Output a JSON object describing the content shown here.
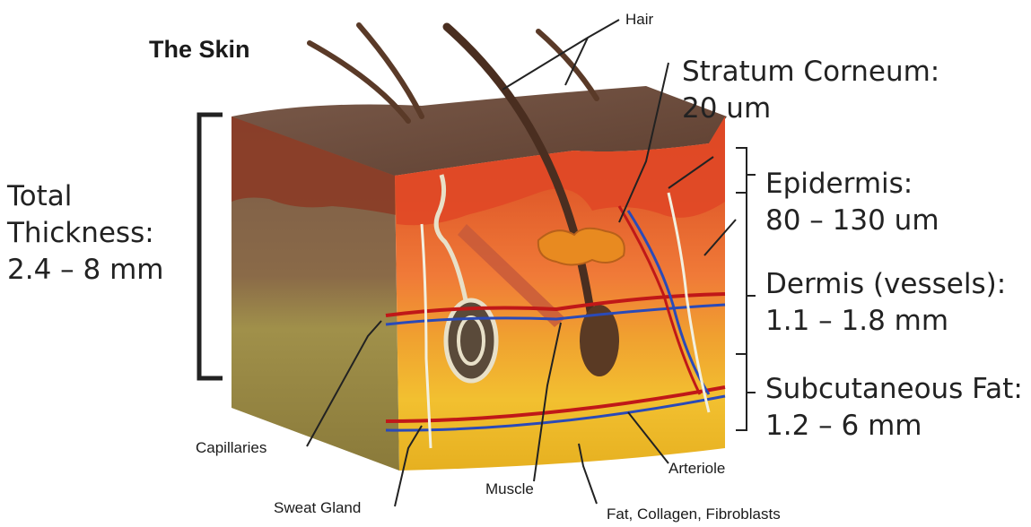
{
  "title": "The Skin",
  "labels": {
    "hair": "Hair",
    "capillaries": "Capillaries",
    "sweat_gland": "Sweat Gland",
    "muscle": "Muscle",
    "arteriole": "Arteriole",
    "fat_collagen": "Fat, Collagen, Fibroblasts"
  },
  "annotations": {
    "total": "Total\nThickness:\n2.4 – 8 mm",
    "stratum_corneum": "Stratum Corneum:\n20 um",
    "epidermis": "Epidermis:\n80 – 130 um",
    "dermis": "Dermis (vessels):\n1.1 – 1.8 mm",
    "subcutaneous": "Subcutaneous Fat:\n1.2 – 6 mm"
  }
}
